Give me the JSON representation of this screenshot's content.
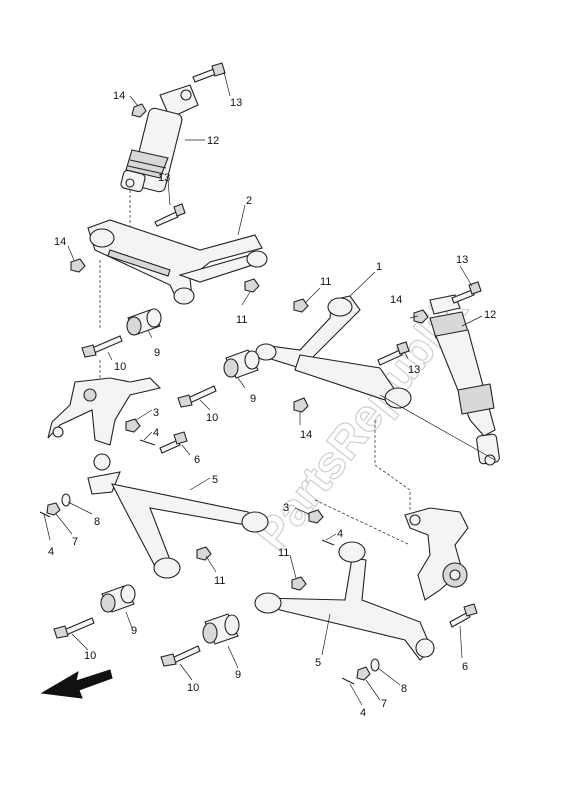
{
  "watermark": "PartsRepublik",
  "callouts": {
    "c14a": "14",
    "c13a": "13",
    "c12a": "12",
    "c13b": "13",
    "c2": "2",
    "c14b": "14",
    "c11a": "11",
    "c10a": "10",
    "c9a": "9",
    "c1": "1",
    "c13c": "13",
    "c14c": "14",
    "c12b": "12",
    "c11b": "11",
    "c13d": "13",
    "c9b": "9",
    "c10b": "10",
    "c3a": "3",
    "c4a": "4",
    "c6a": "6",
    "c14d": "14",
    "c5a": "5",
    "c8a": "8",
    "c7a": "7",
    "c4b": "4",
    "c11c": "11",
    "c9c": "9",
    "c10c": "10",
    "c3b": "3",
    "c4c": "4",
    "c11d": "11",
    "c5b": "5",
    "c9d": "9",
    "c10d": "10",
    "c8b": "8",
    "c7b": "7",
    "c4d": "4",
    "c6b": "6"
  },
  "icons": {
    "direction_arrow": "front-direction-arrow-icon"
  }
}
